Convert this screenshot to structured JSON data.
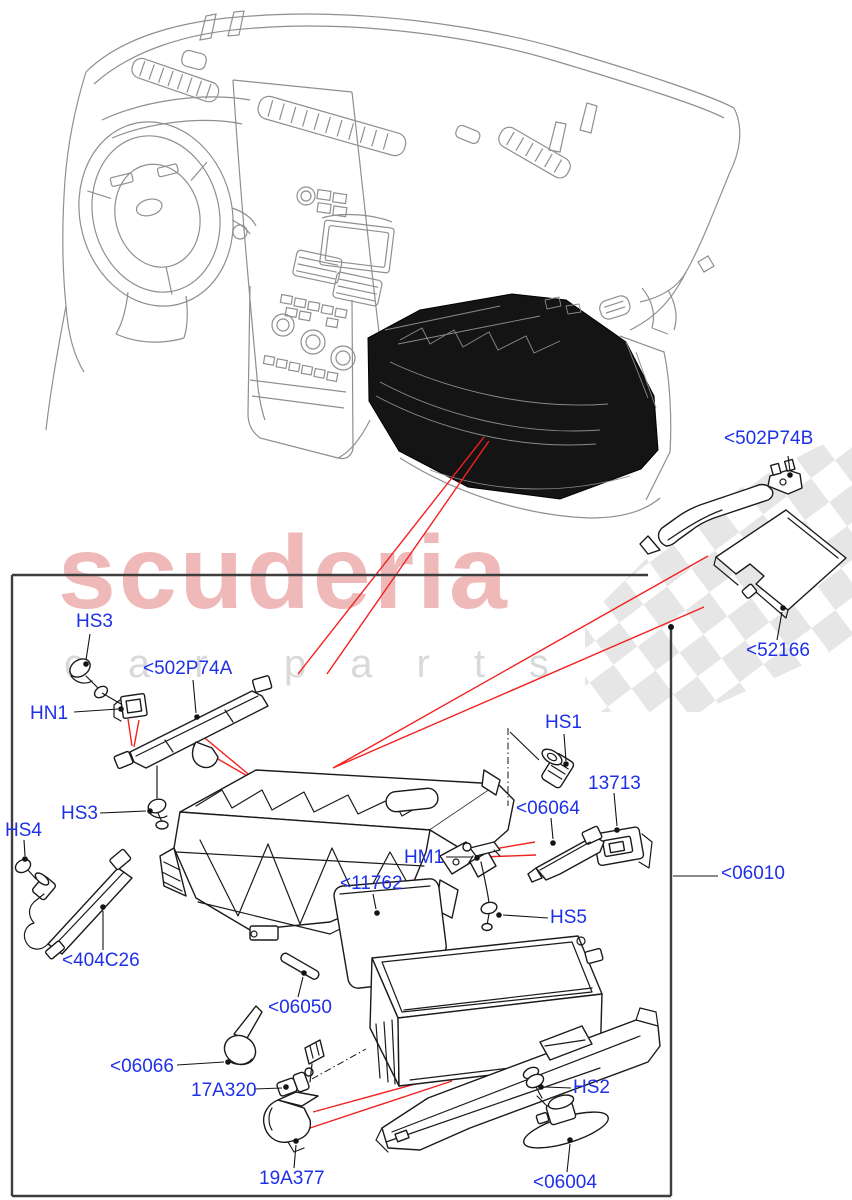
{
  "watermark": {
    "brand": "scuderia",
    "word1": "car",
    "word2": "parts"
  },
  "colors": {
    "label_blue": "#1e31e8",
    "callout_red": "#f52020",
    "border_gray": "#3e3e3e",
    "watermark_pink": "#efb9b9",
    "watermark_gray": "#d9d9d9",
    "checker_gray": "#e3e3e3",
    "art_black": "#1a1a1a",
    "sketch_gray": "#8f8f8f"
  },
  "labels": [
    {
      "id": "hs3-upper",
      "text": "HS3"
    },
    {
      "id": "hn1",
      "text": "HN1"
    },
    {
      "id": "502p74a",
      "text": "<502P74A"
    },
    {
      "id": "hs3-lower",
      "text": "HS3"
    },
    {
      "id": "hs4",
      "text": "HS4"
    },
    {
      "id": "404c26",
      "text": "<404C26"
    },
    {
      "id": "hs1",
      "text": "HS1"
    },
    {
      "id": "13713",
      "text": "13713"
    },
    {
      "id": "06064",
      "text": "<06064"
    },
    {
      "id": "hm1",
      "text": "HM1"
    },
    {
      "id": "11762",
      "text": "<11762"
    },
    {
      "id": "hs5",
      "text": "HS5"
    },
    {
      "id": "06010",
      "text": "<06010"
    },
    {
      "id": "06050",
      "text": "<06050"
    },
    {
      "id": "06066",
      "text": "<06066"
    },
    {
      "id": "17a320",
      "text": "17A320"
    },
    {
      "id": "19a377",
      "text": "19A377"
    },
    {
      "id": "hs2",
      "text": "HS2"
    },
    {
      "id": "06004",
      "text": "<06004"
    },
    {
      "id": "502p74b",
      "text": "<502P74B"
    },
    {
      "id": "52166",
      "text": "<52166"
    }
  ]
}
